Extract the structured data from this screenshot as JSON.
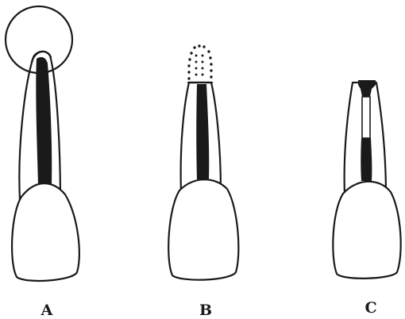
{
  "figure": {
    "ink_color": "#1a1a1a",
    "background_color": "#ffffff",
    "panels": [
      {
        "label": "A"
      },
      {
        "label": "B"
      },
      {
        "label": "C"
      }
    ]
  }
}
